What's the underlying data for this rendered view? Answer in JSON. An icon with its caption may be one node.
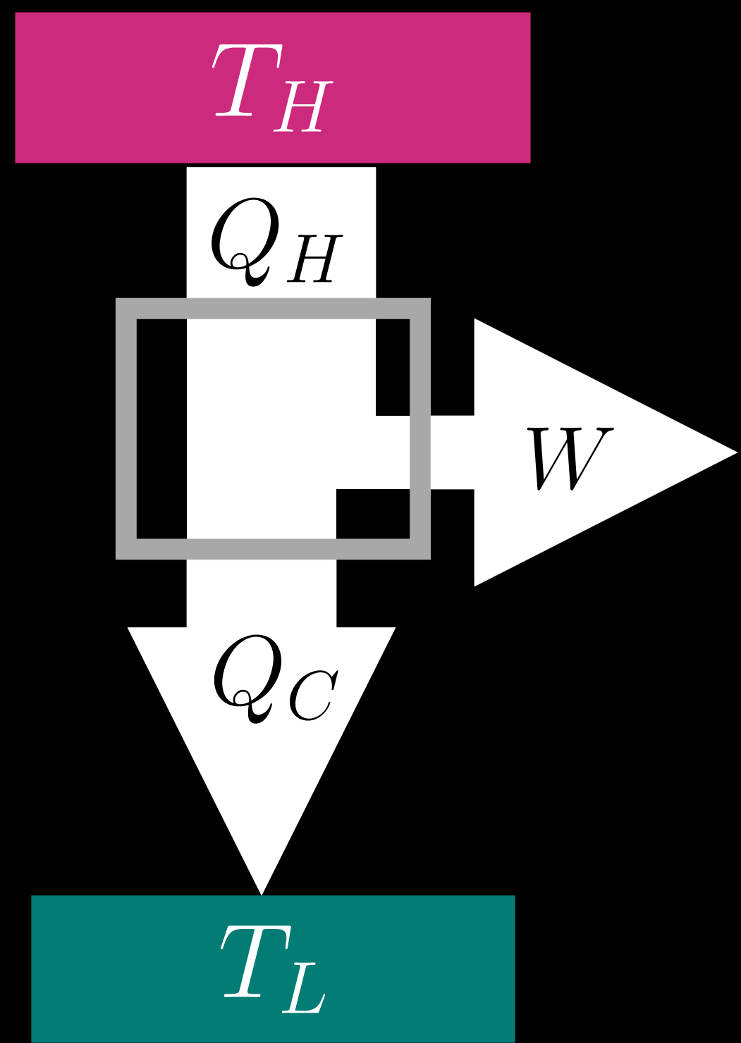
{
  "diagram": {
    "nodes": [
      {
        "text": [
          "T_H"
        ]
      },
      {
        "text": [],
        "shape": "box"
      },
      {
        "text": [
          "T_L"
        ]
      }
    ],
    "edges": [
      {
        "from": 0,
        "to": 1,
        "arrow": "none",
        "label": "Q_H"
      },
      {
        "from": 1,
        "to": 2,
        "arrow": "to",
        "label": "Q_C"
      },
      {
        "from": 1,
        "to": null,
        "arrow": "to",
        "label": "W"
      }
    ]
  }
}
